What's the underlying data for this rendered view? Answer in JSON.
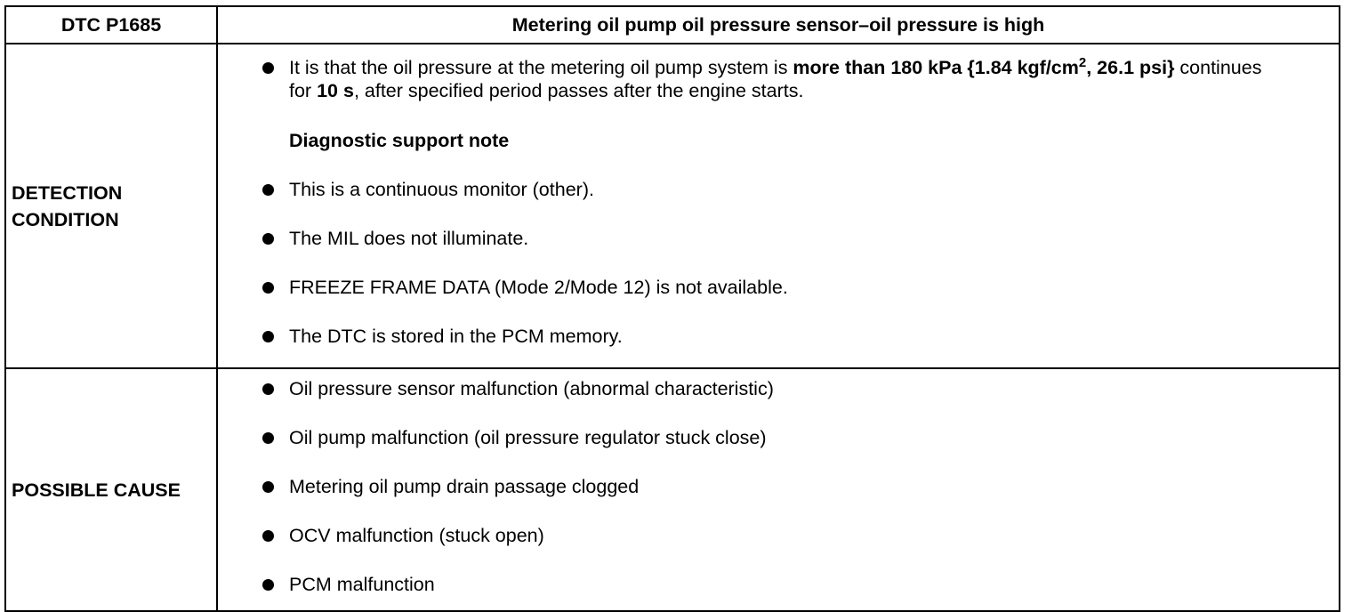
{
  "header": {
    "code": "DTC P1685",
    "title": "Metering oil pump oil pressure sensor–oil pressure is high"
  },
  "detection": {
    "label_line1": "DETECTION",
    "label_line2": "CONDITION",
    "main_item": {
      "part1": "It is that the oil pressure at the metering oil pump system is ",
      "bold1": "more than 180 kPa {1.84 kgf/cm",
      "sup": "2",
      "bold2": ", 26.1 psi}",
      "part2": " continues for ",
      "bold3": "10 s",
      "part3": ", after specified period passes after the engine starts."
    },
    "note_heading": "Diagnostic support note",
    "notes": [
      "This is a continuous monitor (other).",
      "The MIL does not illuminate.",
      "FREEZE FRAME DATA (Mode 2/Mode 12) is not available.",
      "The DTC is stored in the PCM memory."
    ]
  },
  "possible_cause": {
    "label": "POSSIBLE CAUSE",
    "items": [
      "Oil pressure sensor malfunction (abnormal characteristic)",
      "Oil pump malfunction (oil pressure regulator stuck close)",
      "Metering oil pump drain passage clogged",
      "OCV malfunction (stuck open)",
      "PCM malfunction"
    ]
  }
}
